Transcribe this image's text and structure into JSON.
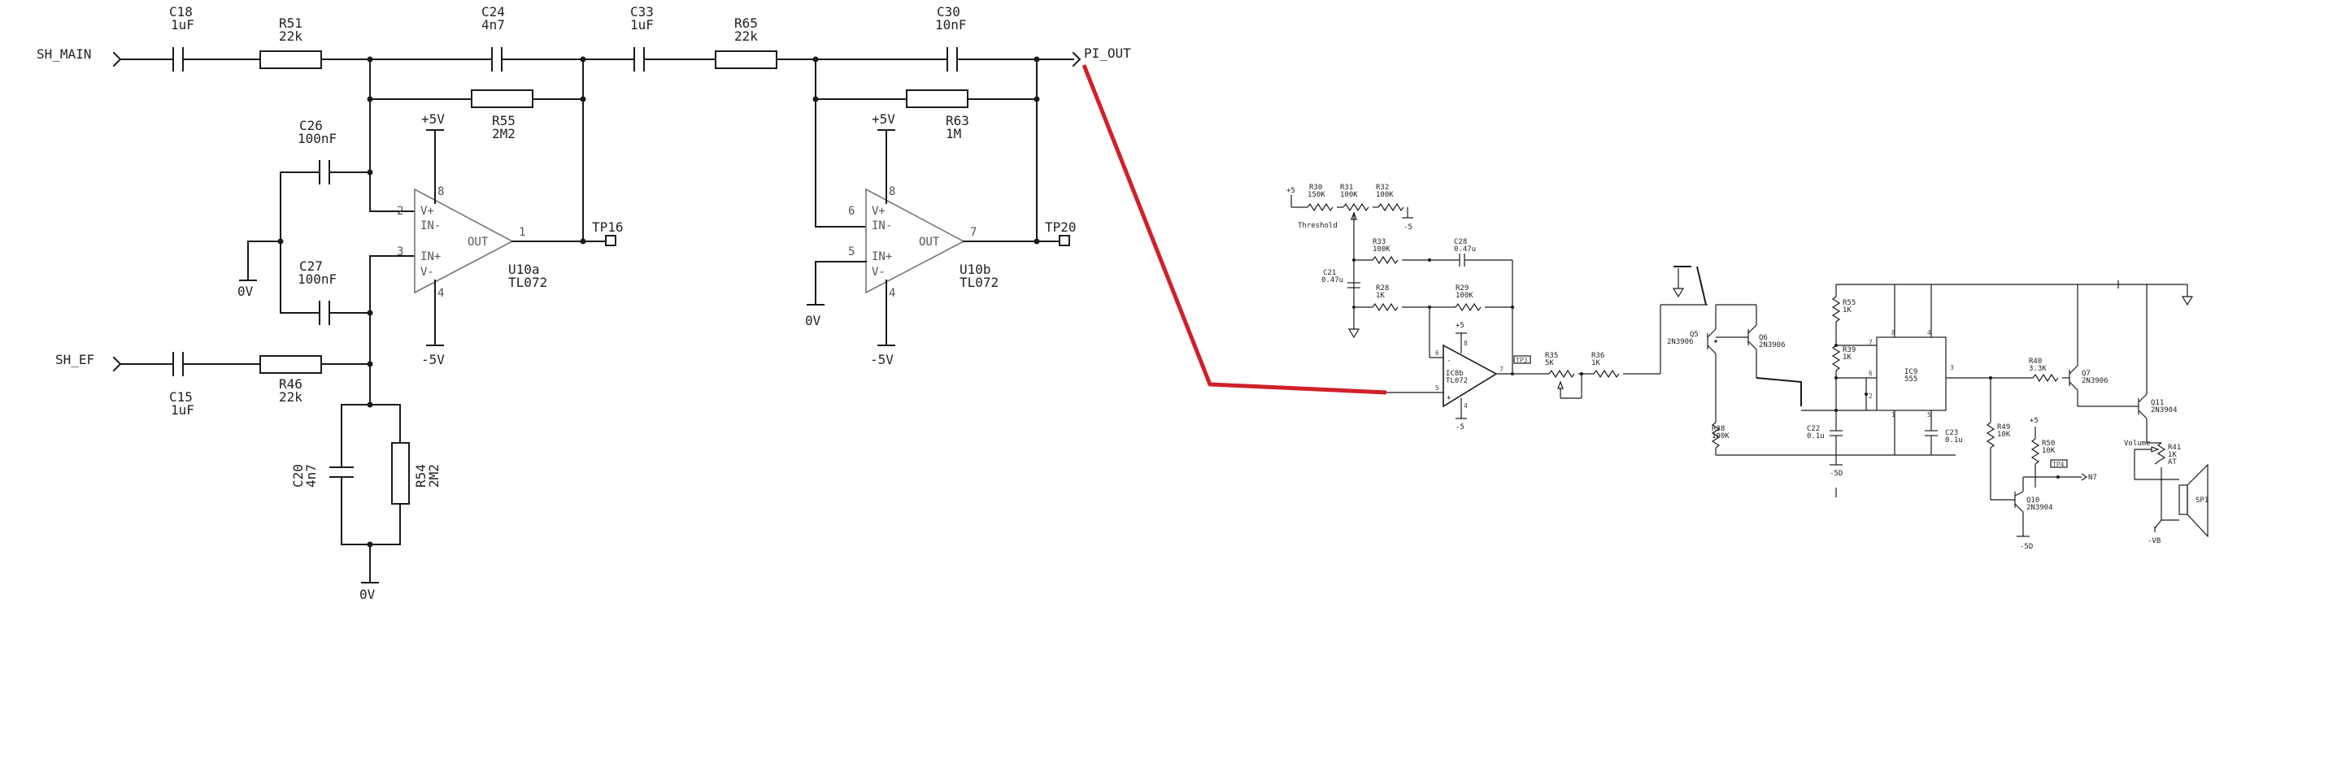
{
  "colors": {
    "wire": "#1a1a1a",
    "opamp": "#777777",
    "highlight": "#d0202a",
    "background": "#ffffff"
  },
  "left": {
    "nets": {
      "sh_main": "SH_MAIN",
      "sh_ef": "SH_EF",
      "pi_out": "PI_OUT",
      "gnd_a": "0V",
      "gnd_b": "0V",
      "gnd_c": "0V",
      "vp_a": "+5V",
      "vp_b": "+5V",
      "vn_a": "-5V",
      "vn_b": "-5V",
      "tp16": "TP16",
      "tp20": "TP20"
    },
    "c18": {
      "ref": "C18",
      "val": "1uF"
    },
    "r51": {
      "ref": "R51",
      "val": "22k"
    },
    "c24": {
      "ref": "C24",
      "val": "4n7"
    },
    "c33": {
      "ref": "C33",
      "val": "1uF"
    },
    "r65": {
      "ref": "R65",
      "val": "22k"
    },
    "c30": {
      "ref": "C30",
      "val": "10nF"
    },
    "c26": {
      "ref": "C26",
      "val": "100nF"
    },
    "r55": {
      "ref": "R55",
      "val": "2M2"
    },
    "r63": {
      "ref": "R63",
      "val": "1M"
    },
    "c27": {
      "ref": "C27",
      "val": "100nF"
    },
    "c15": {
      "ref": "C15",
      "val": "1uF"
    },
    "r46": {
      "ref": "R46",
      "val": "22k"
    },
    "c20": {
      "ref": "C20",
      "val": "4n7"
    },
    "r54": {
      "ref": "R54",
      "val": "2M2"
    },
    "u10a": {
      "ref": "U10a",
      "part": "TL072",
      "vp": "V+",
      "inm": "IN-",
      "inp": "IN+",
      "vm": "V-",
      "out": "OUT",
      "p8": "8",
      "p2": "2",
      "p3": "3",
      "p4": "4",
      "p1": "1"
    },
    "u10b": {
      "ref": "U10b",
      "part": "TL072",
      "vp": "V+",
      "inm": "IN-",
      "inp": "IN+",
      "vm": "V-",
      "out": "OUT",
      "p8": "8",
      "p6": "6",
      "p5": "5",
      "p4": "4",
      "p7": "7"
    }
  },
  "right": {
    "plus5_a": "+5",
    "r30": {
      "ref": "R30",
      "val": "150K"
    },
    "r31": {
      "ref": "R31",
      "val": "100K"
    },
    "r32": {
      "ref": "R32",
      "val": "100K"
    },
    "minus5_a": "-5",
    "threshold": "Threshold",
    "r33": {
      "ref": "R33",
      "val": "100K"
    },
    "c28": {
      "ref": "C28",
      "val": "0.47u"
    },
    "c21": {
      "ref": "C21",
      "val": "0.47u"
    },
    "r28": {
      "ref": "R28",
      "val": "1K"
    },
    "r29": {
      "ref": "R29",
      "val": "100K"
    },
    "plus5_b": "+5",
    "ic8b": {
      "ref": "IC8b",
      "part": "TL072",
      "p6": "6",
      "p5": "5",
      "p7": "7",
      "minus": "-",
      "plus": "+",
      "p8": "8",
      "p4": "4"
    },
    "minus5_b": "-5",
    "tp": "TP3",
    "r35": {
      "ref": "R35",
      "val": "5K"
    },
    "r36": {
      "ref": "R36",
      "val": "1K"
    },
    "q5": {
      "ref": "Q5",
      "part": "2N3906"
    },
    "q6": {
      "ref": "Q6",
      "part": "2N3906"
    },
    "r38": {
      "ref": "R38",
      "val": "100K"
    },
    "r55b": {
      "ref": "R55",
      "val": "1K"
    },
    "r39": {
      "ref": "R39",
      "val": "1K"
    },
    "c22": {
      "ref": "C22",
      "val": "0.1u"
    },
    "minus5d": "-5D",
    "ic9": {
      "ref": "IC9",
      "part": "555",
      "p8": "8",
      "p4": "4",
      "p7": "7",
      "p6": "6",
      "p2": "2",
      "p3": "3",
      "p1": "1",
      "p5": "5"
    },
    "c23": {
      "ref": "C23",
      "val": "0.1u"
    },
    "r40": {
      "ref": "R40",
      "val": "3.3K"
    },
    "q7": {
      "ref": "Q7",
      "part": "2N3906"
    },
    "q11": {
      "ref": "Q11",
      "part": "2N3904"
    },
    "r49": {
      "ref": "R49",
      "val": "10K"
    },
    "plus5_c": "+5",
    "r50": {
      "ref": "R50",
      "val": "10K"
    },
    "tp4": "TP4",
    "n7": "N7",
    "q10": {
      "ref": "Q10",
      "part": "2N3904"
    },
    "minus5d_b": "-5D",
    "volume": "Volume",
    "r41": {
      "ref": "R41",
      "val": "1K",
      "tag": "AT"
    },
    "sp1": "SP1",
    "minus_vb": "-VB"
  }
}
